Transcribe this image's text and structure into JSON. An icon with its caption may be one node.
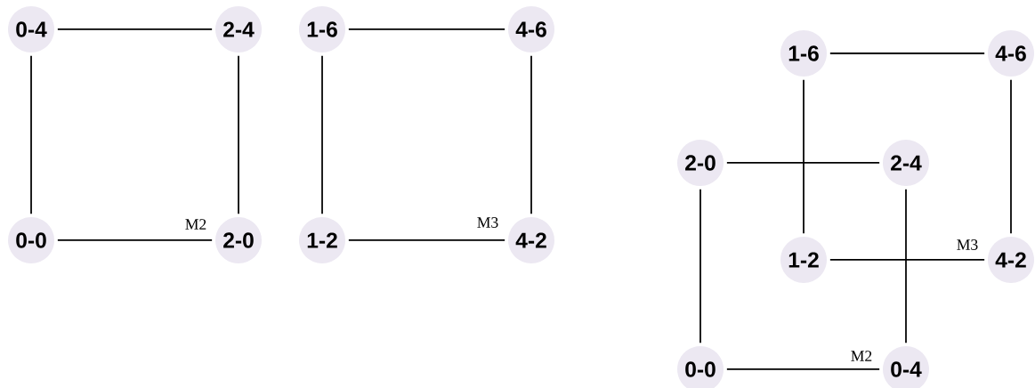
{
  "diagram": {
    "nodes": [
      {
        "text": [
          "0-4"
        ]
      },
      {
        "text": [
          "2-4"
        ]
      },
      {
        "text": [
          "0-0"
        ]
      },
      {
        "text": [
          "2-0"
        ]
      },
      {
        "text": [
          "1-6"
        ]
      },
      {
        "text": [
          "4-6"
        ]
      },
      {
        "text": [
          "1-2"
        ]
      },
      {
        "text": [
          "4-2"
        ]
      },
      {
        "text": [
          "1-6"
        ]
      },
      {
        "text": [
          "4-6"
        ]
      },
      {
        "text": [
          "2-0"
        ]
      },
      {
        "text": [
          "2-4"
        ]
      },
      {
        "text": [
          "1-2"
        ]
      },
      {
        "text": [
          "4-2"
        ]
      },
      {
        "text": [
          "0-0"
        ]
      },
      {
        "text": [
          "0-4"
        ]
      }
    ],
    "edges": [
      {
        "from": 0,
        "to": 1,
        "arrow": "none"
      },
      {
        "from": 0,
        "to": 2,
        "arrow": "none"
      },
      {
        "from": 1,
        "to": 3,
        "arrow": "none"
      },
      {
        "from": 2,
        "to": 3,
        "arrow": "none"
      },
      {
        "from": 4,
        "to": 5,
        "arrow": "none"
      },
      {
        "from": 4,
        "to": 6,
        "arrow": "none"
      },
      {
        "from": 5,
        "to": 7,
        "arrow": "none"
      },
      {
        "from": 6,
        "to": 7,
        "arrow": "none"
      },
      {
        "from": 8,
        "to": 9,
        "arrow": "none"
      },
      {
        "from": 8,
        "to": 12,
        "arrow": "none"
      },
      {
        "from": 9,
        "to": 13,
        "arrow": "none"
      },
      {
        "from": 12,
        "to": 13,
        "arrow": "none"
      },
      {
        "from": 10,
        "to": 11,
        "arrow": "none"
      },
      {
        "from": 10,
        "to": 14,
        "arrow": "none"
      },
      {
        "from": 11,
        "to": 15,
        "arrow": "none"
      },
      {
        "from": 14,
        "to": 15,
        "arrow": "none"
      }
    ],
    "labels": [
      "M2",
      "M3",
      "M3",
      "M2"
    ]
  }
}
